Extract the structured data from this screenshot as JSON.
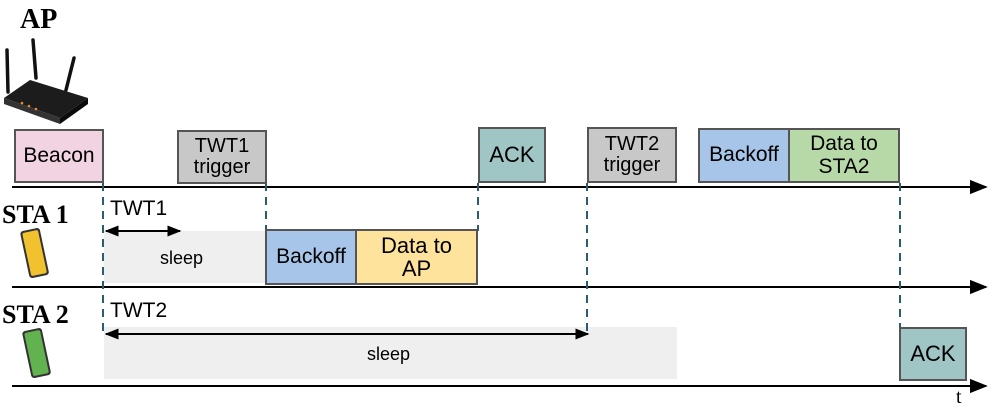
{
  "ap_label": "AP",
  "sta1_label": "STA 1",
  "sta2_label": "STA 2",
  "time_label": "t",
  "frames": {
    "beacon": "Beacon",
    "twt1_trigger": "TWT1\ntrigger",
    "ack_ap": "ACK",
    "twt2_trigger": "TWT2\ntrigger",
    "backoff_ap": "Backoff",
    "data_to_sta2": "Data to\nSTA2",
    "backoff_sta1": "Backoff",
    "data_to_ap": "Data to\nAP",
    "ack_sta2": "ACK"
  },
  "twt1_label": "TWT1",
  "twt2_label": "TWT2",
  "sleep1_label": "sleep",
  "sleep2_label": "sleep",
  "colors": {
    "beacon": "#f2d3e1",
    "trigger": "#c8c8c8",
    "ack": "#9fc5c4",
    "backoff": "#a7c5e8",
    "data_sta2": "#b7d9a8",
    "data_ap": "#fde39b",
    "sleep": "#efefef",
    "dashed": "#2a5d6e"
  },
  "icons": {
    "ap": "wifi-router-icon",
    "sta1": "phone-yellow-icon",
    "sta2": "phone-green-icon"
  }
}
